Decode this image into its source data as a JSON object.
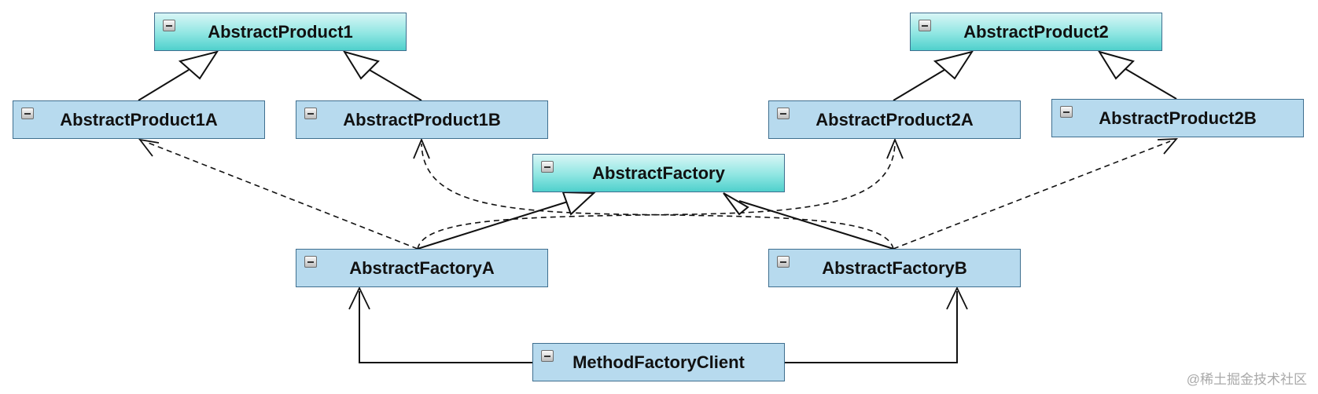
{
  "nodes": {
    "abstract_product1": "AbstractProduct1",
    "abstract_product2": "AbstractProduct2",
    "abstract_product1a": "AbstractProduct1A",
    "abstract_product1b": "AbstractProduct1B",
    "abstract_product2a": "AbstractProduct2A",
    "abstract_product2b": "AbstractProduct2B",
    "abstract_factory": "AbstractFactory",
    "abstract_factory_a": "AbstractFactoryA",
    "abstract_factory_b": "AbstractFactoryB",
    "method_factory_client": "MethodFactoryClient"
  },
  "relations": [
    {
      "from": "abstract_product1a",
      "to": "abstract_product1",
      "type": "generalization"
    },
    {
      "from": "abstract_product1b",
      "to": "abstract_product1",
      "type": "generalization"
    },
    {
      "from": "abstract_product2a",
      "to": "abstract_product2",
      "type": "generalization"
    },
    {
      "from": "abstract_product2b",
      "to": "abstract_product2",
      "type": "generalization"
    },
    {
      "from": "abstract_factory_a",
      "to": "abstract_factory",
      "type": "generalization"
    },
    {
      "from": "abstract_factory_b",
      "to": "abstract_factory",
      "type": "generalization"
    },
    {
      "from": "abstract_factory_a",
      "to": "abstract_product1a",
      "type": "dependency"
    },
    {
      "from": "abstract_factory_a",
      "to": "abstract_product2a",
      "type": "dependency"
    },
    {
      "from": "abstract_factory_b",
      "to": "abstract_product1b",
      "type": "dependency"
    },
    {
      "from": "abstract_factory_b",
      "to": "abstract_product2b",
      "type": "dependency"
    },
    {
      "from": "method_factory_client",
      "to": "abstract_factory_a",
      "type": "association"
    },
    {
      "from": "method_factory_client",
      "to": "abstract_factory_b",
      "type": "association"
    }
  ],
  "colors": {
    "class_fill": "#b7daee",
    "abstract_fill": "#6fdcd8",
    "border": "#3f6f8f"
  },
  "watermark": "@稀土掘金技术社区"
}
